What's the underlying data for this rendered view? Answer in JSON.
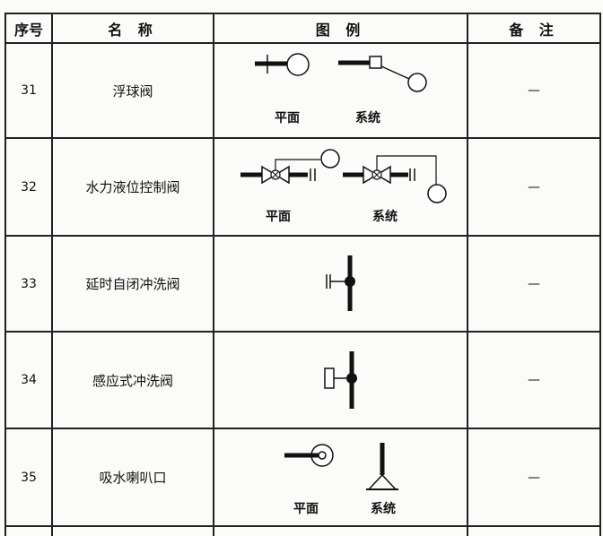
{
  "header": {
    "col_no": "序号",
    "col_name": "名 称",
    "col_legend": "图 例",
    "col_remark": "备 注"
  },
  "rows": [
    {
      "no": "31",
      "name": "浮球阀",
      "legend_labels": [
        "平面",
        "系统"
      ],
      "remark": "—"
    },
    {
      "no": "32",
      "name": "水力液位控制阀",
      "legend_labels": [
        "平面",
        "系统"
      ],
      "remark": "—"
    },
    {
      "no": "33",
      "name": "延时自闭冲洗阀",
      "legend_labels": [],
      "remark": "—"
    },
    {
      "no": "34",
      "name": "感应式冲洗阀",
      "legend_labels": [],
      "remark": "—"
    },
    {
      "no": "35",
      "name": "吸水喇叭口",
      "legend_labels": [
        "平面",
        "系统"
      ],
      "remark": "—"
    }
  ]
}
